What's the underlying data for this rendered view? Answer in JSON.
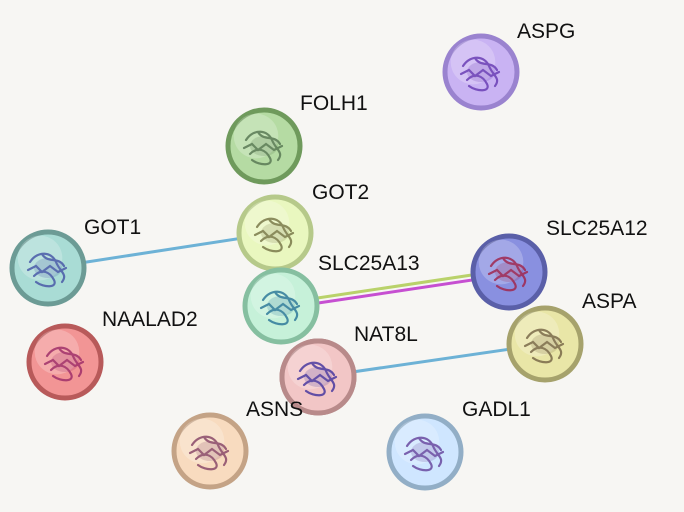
{
  "network": {
    "nodes": [
      {
        "id": "ASPG",
        "label": "ASPG",
        "fill": "#c9b3f3",
        "ring": "#9a83cf",
        "glyph": "#6b3fb5"
      },
      {
        "id": "FOLH1",
        "label": "FOLH1",
        "fill": "#b5dba3",
        "ring": "#6f9a5c",
        "glyph": "#5a7a55"
      },
      {
        "id": "GOT2",
        "label": "GOT2",
        "fill": "#e9f7bf",
        "ring": "#b6c98a",
        "glyph": "#7a7a4a"
      },
      {
        "id": "GOT1",
        "label": "GOT1",
        "fill": "#a9dcd5",
        "ring": "#6c9b95",
        "glyph": "#4a5aa8"
      },
      {
        "id": "SLC25A13",
        "label": "SLC25A13",
        "fill": "#c6f1d9",
        "ring": "#86bfa0",
        "glyph": "#2f7a9a"
      },
      {
        "id": "SLC25A12",
        "label": "SLC25A12",
        "fill": "#8990e0",
        "ring": "#5a5fa8",
        "glyph": "#a02850"
      },
      {
        "id": "NAALAD2",
        "label": "NAALAD2",
        "fill": "#f29595",
        "ring": "#b85a5a",
        "glyph": "#a0306a"
      },
      {
        "id": "ASPA",
        "label": "ASPA",
        "fill": "#e9e6a7",
        "ring": "#a6a26c",
        "glyph": "#7a6a4a"
      },
      {
        "id": "NAT8L",
        "label": "NAT8L",
        "fill": "#f2c6c6",
        "ring": "#b88a8a",
        "glyph": "#4a3aa0"
      },
      {
        "id": "ASNS",
        "label": "ASNS",
        "fill": "#f8dbbf",
        "ring": "#c4a386",
        "glyph": "#8a4a6a"
      },
      {
        "id": "GADL1",
        "label": "GADL1",
        "fill": "#cfe6ff",
        "ring": "#92aec6",
        "glyph": "#6a4aa0"
      }
    ],
    "edges": [
      {
        "from": "GOT1",
        "to": "GOT2",
        "colors": [
          "#6db2d6"
        ]
      },
      {
        "from": "SLC25A13",
        "to": "SLC25A12",
        "colors": [
          "#b9d26a",
          "#c64fd1"
        ]
      },
      {
        "from": "NAT8L",
        "to": "ASPA",
        "colors": [
          "#6db2d6"
        ]
      }
    ]
  }
}
